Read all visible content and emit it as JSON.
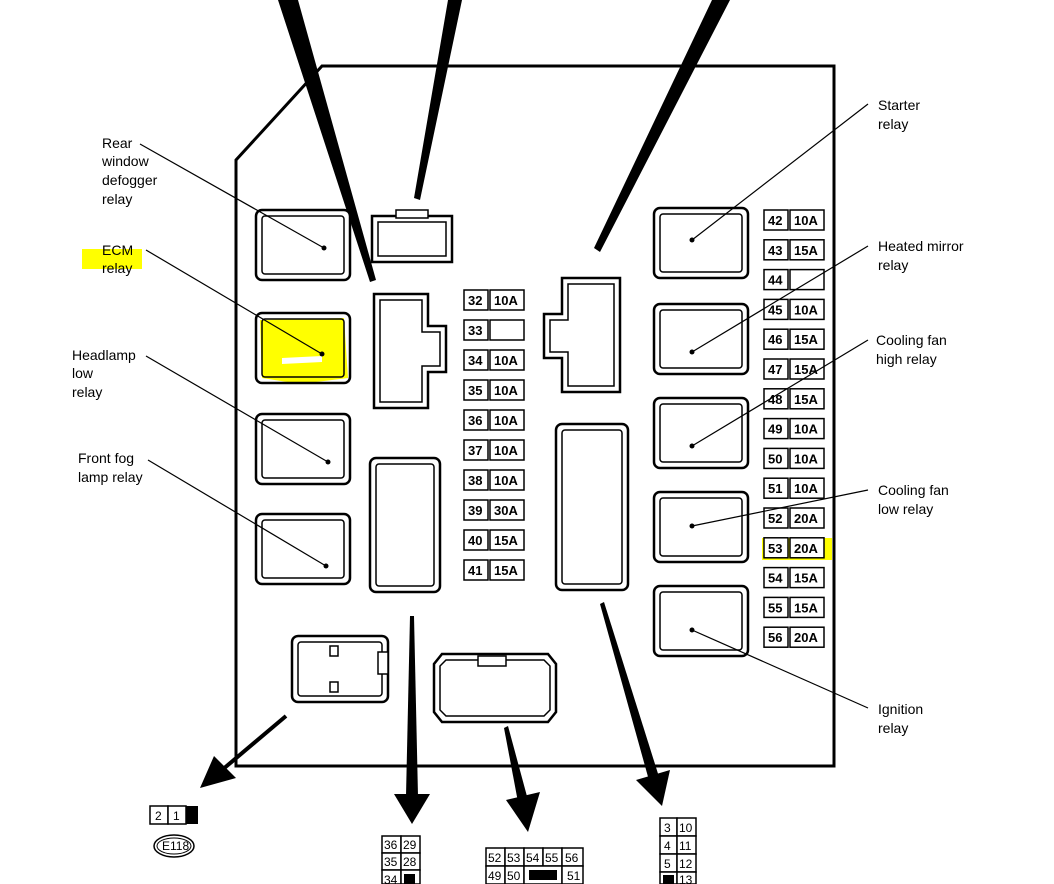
{
  "labels": {
    "rear_defogger": [
      "Rear",
      "window",
      "defogger",
      "relay"
    ],
    "ecm": [
      "ECM",
      "relay"
    ],
    "headlamp_low": [
      "Headlamp",
      "low",
      "relay"
    ],
    "front_fog": [
      "Front fog",
      "lamp relay"
    ],
    "starter": [
      "Starter",
      "relay"
    ],
    "heated_mirror": [
      "Heated mirror",
      "relay"
    ],
    "cooling_high": [
      "Cooling fan",
      "high relay"
    ],
    "cooling_low": [
      "Cooling fan",
      "low relay"
    ],
    "ignition": [
      "Ignition",
      "relay"
    ]
  },
  "fuses_center": [
    {
      "num": "32",
      "amp": "10A"
    },
    {
      "num": "33",
      "amp": ""
    },
    {
      "num": "34",
      "amp": "10A"
    },
    {
      "num": "35",
      "amp": "10A"
    },
    {
      "num": "36",
      "amp": "10A"
    },
    {
      "num": "37",
      "amp": "10A"
    },
    {
      "num": "38",
      "amp": "10A"
    },
    {
      "num": "39",
      "amp": "30A"
    },
    {
      "num": "40",
      "amp": "15A"
    },
    {
      "num": "41",
      "amp": "15A"
    }
  ],
  "fuses_right": [
    {
      "num": "42",
      "amp": "10A"
    },
    {
      "num": "43",
      "amp": "15A"
    },
    {
      "num": "44",
      "amp": ""
    },
    {
      "num": "45",
      "amp": "10A"
    },
    {
      "num": "46",
      "amp": "15A"
    },
    {
      "num": "47",
      "amp": "15A"
    },
    {
      "num": "48",
      "amp": "15A"
    },
    {
      "num": "49",
      "amp": "10A"
    },
    {
      "num": "50",
      "amp": "10A"
    },
    {
      "num": "51",
      "amp": "10A"
    },
    {
      "num": "52",
      "amp": "20A"
    },
    {
      "num": "53",
      "amp": "20A"
    },
    {
      "num": "54",
      "amp": "15A"
    },
    {
      "num": "55",
      "amp": "15A"
    },
    {
      "num": "56",
      "amp": "20A"
    }
  ],
  "connectors": {
    "e118_pins": [
      "2",
      "1"
    ],
    "e118_name": "E118",
    "c2_rows": [
      [
        "36",
        "29"
      ],
      [
        "35",
        "28"
      ],
      [
        "34",
        ""
      ]
    ],
    "c3_row1": [
      "52",
      "53",
      "54",
      "55",
      "56"
    ],
    "c3_row2": [
      "49",
      "50",
      "",
      "51"
    ],
    "c4_rows": [
      [
        "3",
        "10"
      ],
      [
        "4",
        "11"
      ],
      [
        "5",
        "12"
      ],
      [
        "",
        "13"
      ]
    ]
  },
  "colors": {
    "highlight": "#ffff00",
    "line": "#000000",
    "background": "#ffffff"
  }
}
